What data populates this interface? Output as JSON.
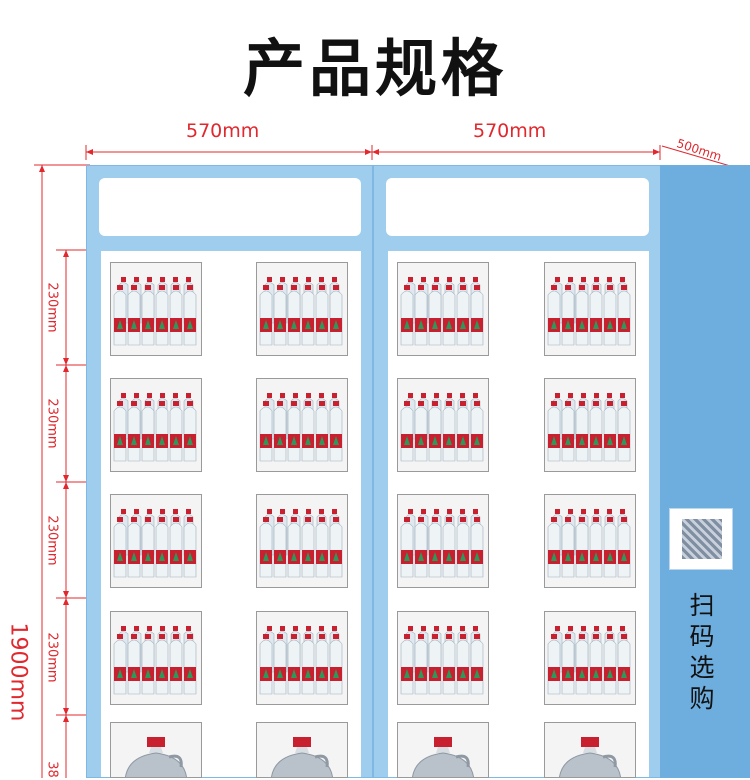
{
  "title": "产品规格",
  "width_left": "570mm",
  "width_right": "570mm",
  "depth": "500mm",
  "height_total": "1900mm",
  "row_heights": [
    "230mm",
    "230mm",
    "230mm",
    "230mm"
  ],
  "row5_partial": "38",
  "scan_label": [
    "扫",
    "码",
    "选",
    "购"
  ],
  "colors": {
    "cabinet": "#9fcdee",
    "side": "#6eaedf",
    "dimension": "#e0282e",
    "bottle_label": "#c8202e"
  },
  "icons": {
    "bottle_pack": "water-bottle-pack-icon",
    "jug": "water-jug-icon",
    "qr": "qr-code-icon"
  }
}
